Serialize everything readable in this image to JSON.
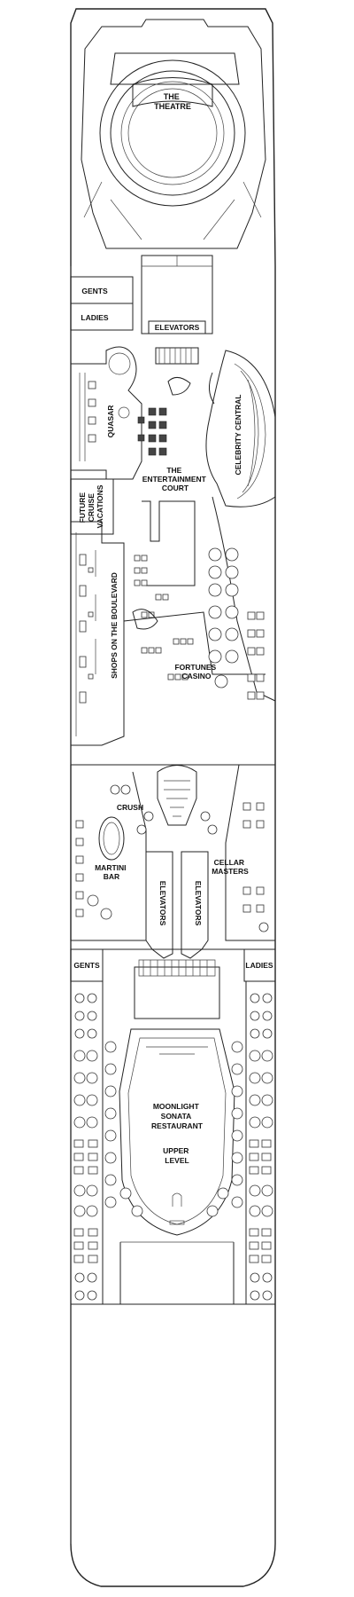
{
  "labels": {
    "theatre": [
      "THE",
      "THEATRE"
    ],
    "gents_top": "GENTS",
    "ladies_top": "LADIES",
    "elevators_top": "ELEVATORS",
    "quasar": "QUASAR",
    "celebrity_central": "CELEBRITY CENTRAL",
    "future_cruise": [
      "FUTURE",
      "CRUISE",
      "VACATIONS"
    ],
    "entertainment_court": [
      "THE",
      "ENTERTAINMENT",
      "COURT"
    ],
    "shops": "SHOPS ON THE BOULEVARD",
    "fortunes_casino": [
      "FORTUNES",
      "CASINO"
    ],
    "crush": "CRUSH",
    "martini_bar": [
      "MARTINI",
      "BAR"
    ],
    "cellar_masters": [
      "CELLAR",
      "MASTERS"
    ],
    "elevators_left": "ELEVATORS",
    "elevators_right": "ELEVATORS",
    "gents_mid": "GENTS",
    "ladies_mid": "LADIES",
    "moonlight_sonata": [
      "MOONLIGHT",
      "SONATA",
      "RESTAURANT"
    ],
    "upper_level": [
      "UPPER",
      "LEVEL"
    ]
  },
  "colors": {
    "line": "#222222",
    "background": "#ffffff"
  }
}
